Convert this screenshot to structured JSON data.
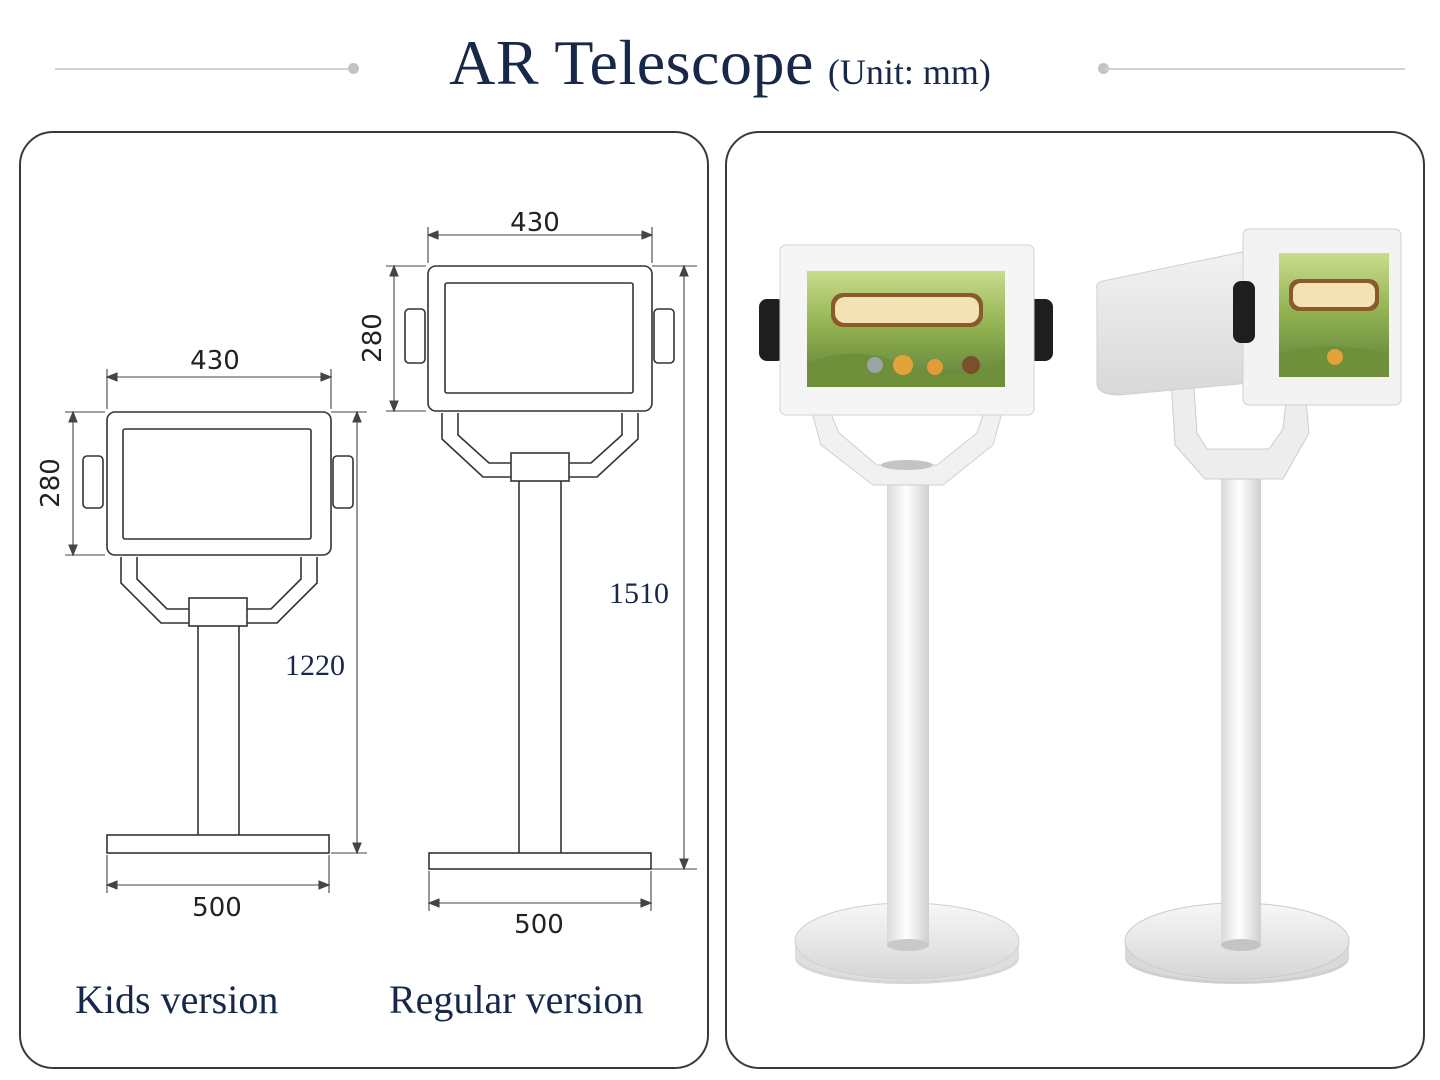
{
  "header": {
    "title": "AR Telescope",
    "unit": "(Unit: mm)"
  },
  "kids": {
    "caption": "Kids version",
    "width_top": "430",
    "height_screen": "280",
    "total_height": "1220",
    "base_width": "500"
  },
  "regular": {
    "caption": "Regular version",
    "width_top": "430",
    "height_screen": "280",
    "total_height": "1510",
    "base_width": "500"
  },
  "colors": {
    "title": "#17284a",
    "frame": "#3a3a3a",
    "product_white": "#f4f4f4",
    "handle": "#1e1e1e",
    "screen_green": "#7fa84a"
  }
}
